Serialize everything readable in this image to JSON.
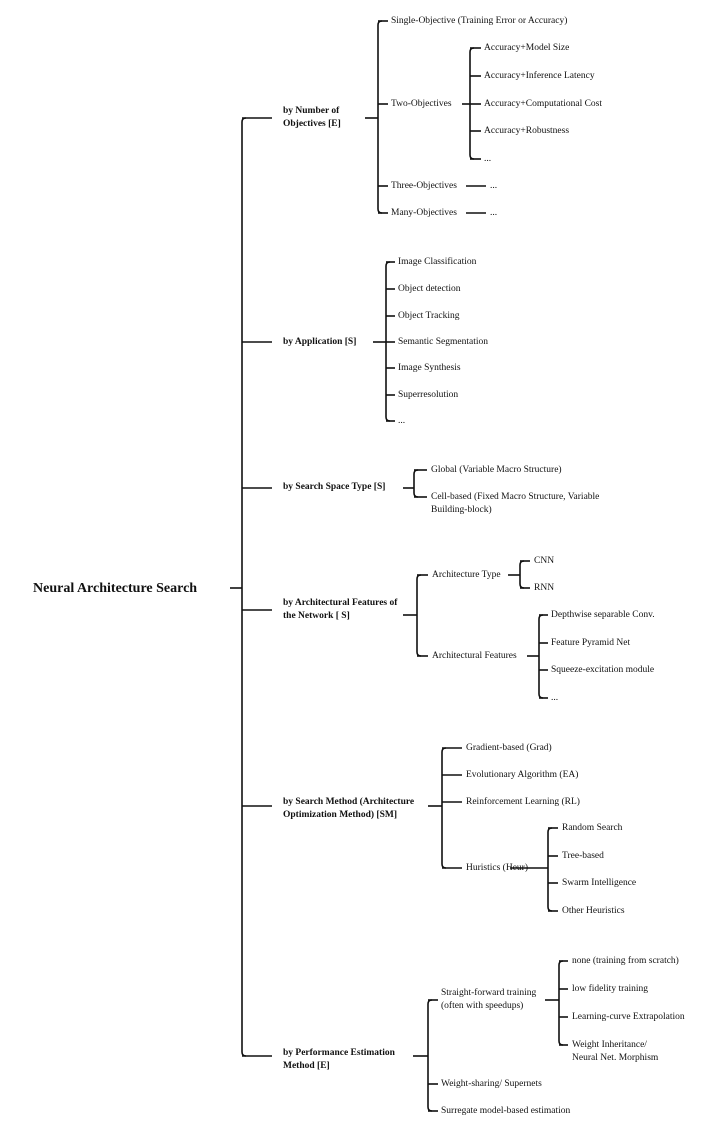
{
  "colors": {
    "line": "#111111",
    "text": "#111111",
    "background": "#ffffff"
  },
  "root": "Neural Architecture Search",
  "categories": {
    "objectives": {
      "label": "by Number of Objectives [E]",
      "single": "Single-Objective (Training Error or Accuracy)",
      "two": "Two-Objectives",
      "two_items": [
        "Accuracy+Model Size",
        "Accuracy+Inference Latency",
        "Accuracy+Computational Cost",
        "Accuracy+Robustness",
        "..."
      ],
      "three": "Three-Objectives",
      "three_item": "...",
      "many": "Many-Objectives",
      "many_item": "..."
    },
    "application": {
      "label": "by Application [S]",
      "items": [
        "Image Classification",
        "Object detection",
        "Object Tracking",
        "Semantic Segmentation",
        "Image Synthesis",
        "Superresolution",
        "..."
      ]
    },
    "search_space": {
      "label": "by Search Space Type [S]",
      "items": [
        "Global (Variable Macro Structure)",
        "Cell-based (Fixed Macro Structure, Variable Building-block)"
      ]
    },
    "arch_features": {
      "label": "by Architectural Features of the Network [ S]",
      "type_label": "Architecture Type",
      "type_items": [
        "CNN",
        "RNN"
      ],
      "features_label": "Architectural Features",
      "features_items": [
        "Depthwise separable Conv.",
        "Feature Pyramid Net",
        "Squeeze-excitation module",
        "..."
      ]
    },
    "search_method": {
      "label": "by Search Method (Architecture Optimization  Method) [SM]",
      "items": [
        "Gradient-based (Grad)",
        "Evolutionary Algorithm (EA)",
        "Reinforcement Learning (RL)"
      ],
      "heur_label": "Huristics (Heur)",
      "heur_items": [
        "Random Search",
        "Tree-based",
        "Swarm Intelligence",
        "Other Heuristics"
      ]
    },
    "perf_estimation": {
      "label": "by Performance Estimation Method [E]",
      "straight_label": "Straight-forward training (often with speedups)",
      "straight_items": [
        "none (training from scratch)",
        "low fidelity training",
        "Learning-curve Extrapolation",
        "Weight Inheritance/ Neural Net. Morphism"
      ],
      "weight_sharing": "Weight-sharing/ Supernets",
      "surrogate": "Surregate model-based estimation"
    }
  }
}
